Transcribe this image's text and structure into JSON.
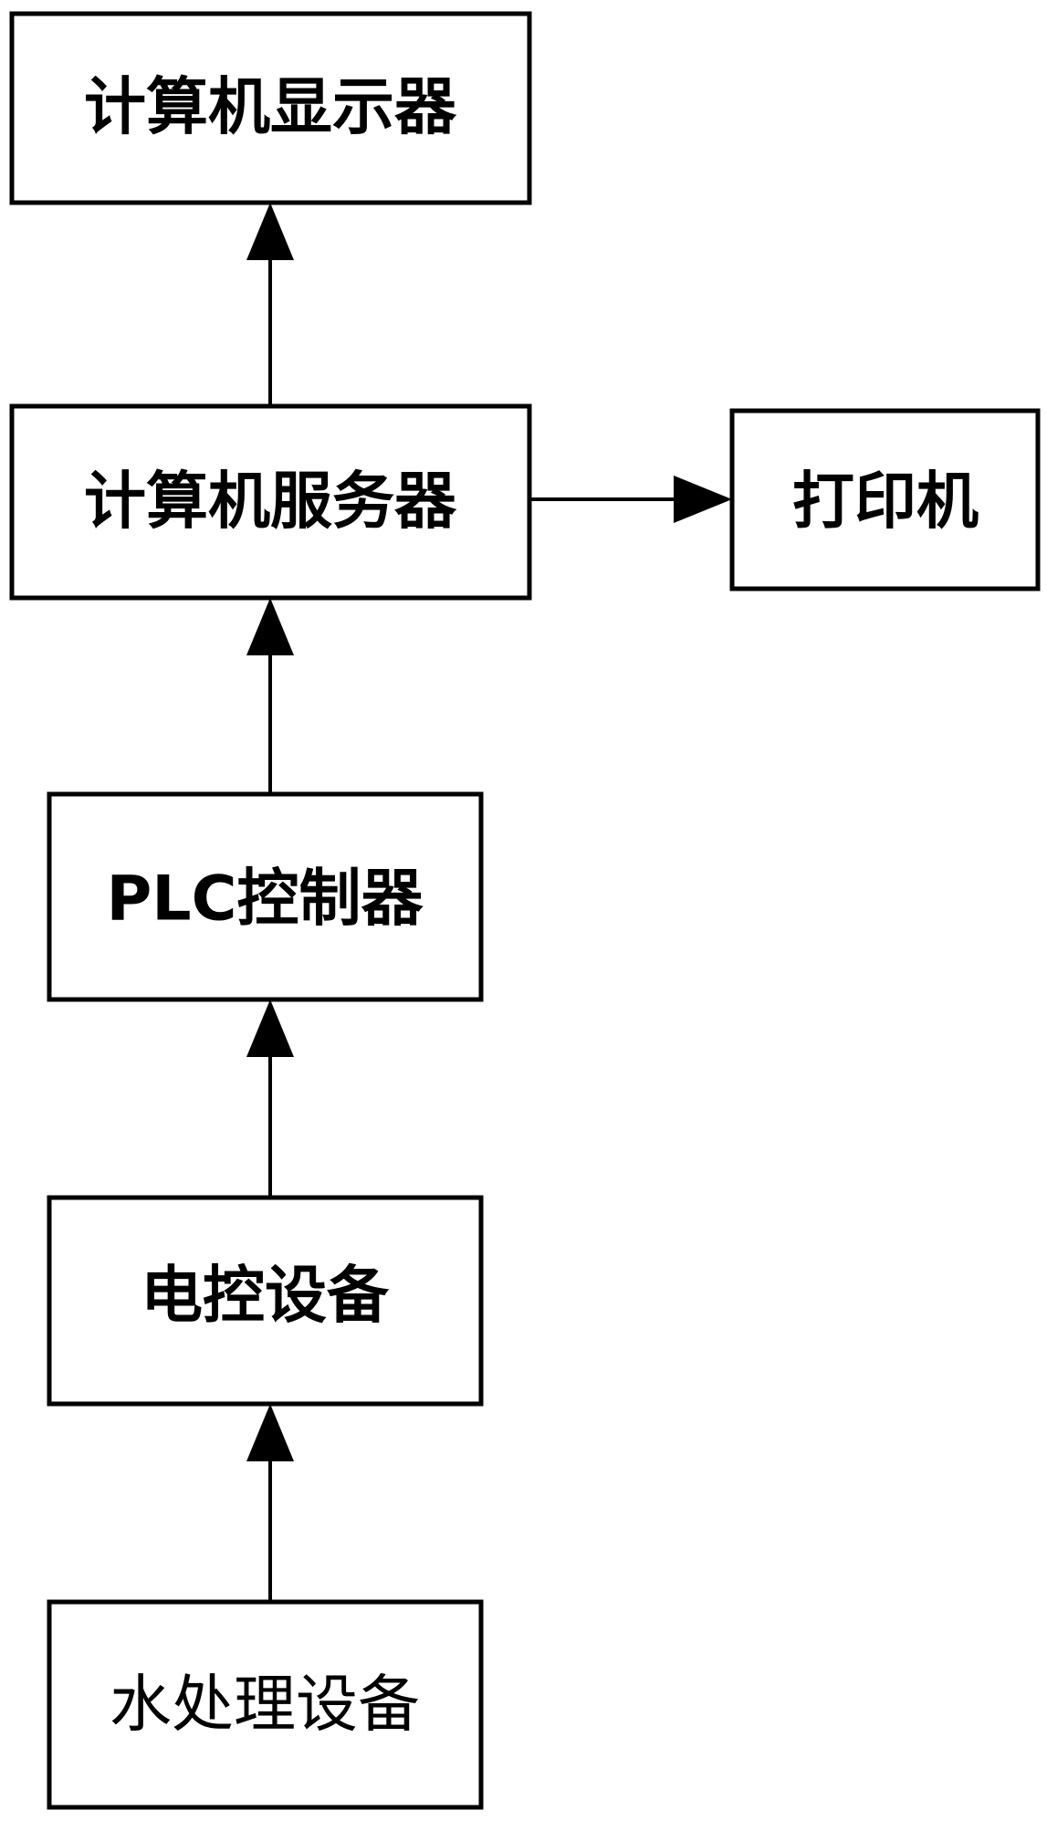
{
  "diagram": {
    "type": "flowchart",
    "nodes": [
      {
        "id": "monitor",
        "label": "计算机显示器"
      },
      {
        "id": "server",
        "label": "计算机服务器"
      },
      {
        "id": "printer",
        "label": "打印机"
      },
      {
        "id": "plc",
        "label": "PLC控制器"
      },
      {
        "id": "electric",
        "label": "电控设备"
      },
      {
        "id": "water",
        "label": "水处理设备"
      }
    ],
    "edges": [
      {
        "from": "server",
        "to": "monitor"
      },
      {
        "from": "server",
        "to": "printer"
      },
      {
        "from": "plc",
        "to": "server"
      },
      {
        "from": "electric",
        "to": "plc"
      },
      {
        "from": "water",
        "to": "electric"
      }
    ],
    "colors": {
      "stroke": "#000000",
      "fill": "#ffffff",
      "text": "#000000"
    }
  }
}
